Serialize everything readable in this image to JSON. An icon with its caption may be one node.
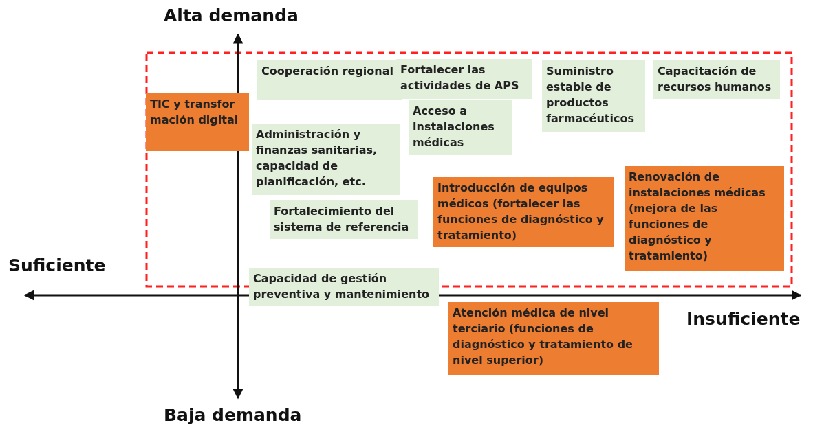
{
  "diagram": {
    "nodes": [
      {
        "text": [
          "TIC y transformación digital"
        ]
      },
      {
        "text": [
          "Cooperación regional"
        ]
      },
      {
        "text": [
          "Fortalecer las actividades de APS"
        ]
      },
      {
        "text": [
          "Suministro estable de productos farmacéuticos"
        ]
      },
      {
        "text": [
          "Capacitación de recursos humanos"
        ]
      },
      {
        "text": [
          "Acceso a instalaciones médicas"
        ]
      },
      {
        "text": [
          "Administración y finanzas sanitarias, capacidad de planificación, etc."
        ]
      },
      {
        "text": [
          "Fortalecimiento del sistema de referencia"
        ]
      },
      {
        "text": [
          "Introducción de equipos médicos (fortalecer las funciones de diagnóstico y tratamiento)"
        ]
      },
      {
        "text": [
          "Renovación de instalaciones médicas (mejora de las funciones de diagnóstico y tratamiento)"
        ]
      },
      {
        "text": [
          "Capacidad de gestión preventiva y mantenimiento"
        ]
      },
      {
        "text": [
          "Atención médica de nivel terciario (funciones de diagnóstico y tratamiento de nivel superior)"
        ]
      }
    ],
    "labels": [
      "Alta demanda",
      "Suficiente",
      "Insuficiente",
      "Baja demanda"
    ]
  }
}
